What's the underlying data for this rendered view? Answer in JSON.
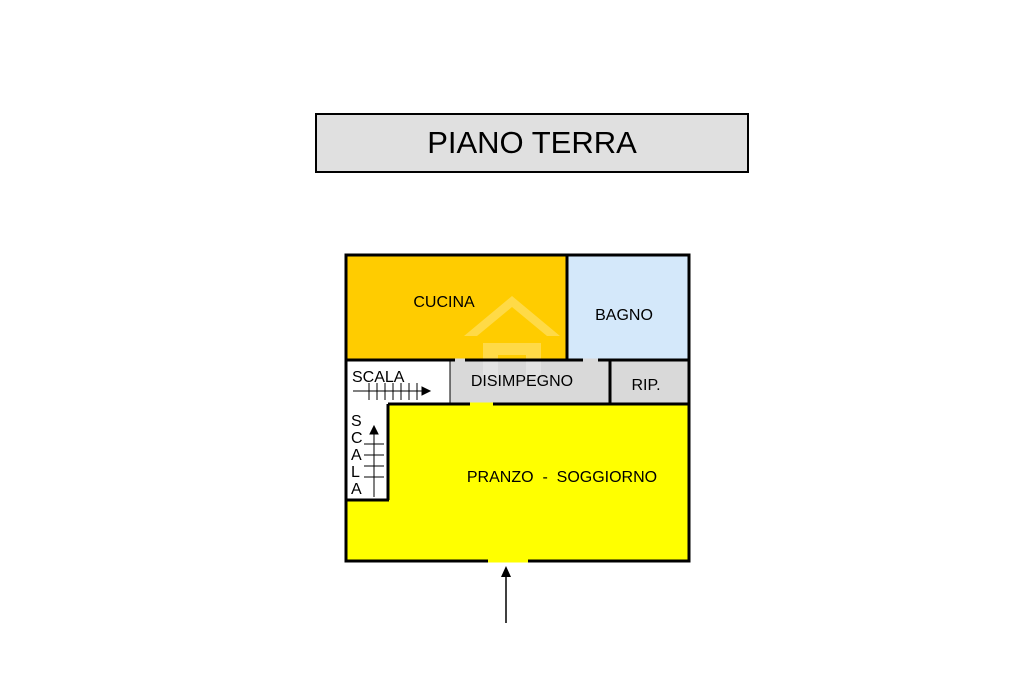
{
  "title": "PIANO TERRA",
  "colors": {
    "cucina": "#ffcc00",
    "bagno": "#d4e8fa",
    "disimpegno": "#d9d9d9",
    "ripostiglio": "#d9d9d9",
    "soggiorno": "#ffff00",
    "scala": "#ffffff",
    "wall": "#000000"
  },
  "rooms": {
    "cucina": "CUCINA",
    "bagno": "BAGNO",
    "scala_top": "SCALA",
    "disimpegno": "DISIMPEGNO",
    "ripostiglio": "RIP.",
    "soggiorno": "PRANZO  -  SOGGIORNO",
    "scala_side": [
      "S",
      "C",
      "A",
      "L",
      "A"
    ]
  },
  "icons": {
    "entrance": "entrance-arrow-icon",
    "stair_up": "stair-arrow-icon",
    "watermark": "house-watermark-icon"
  }
}
